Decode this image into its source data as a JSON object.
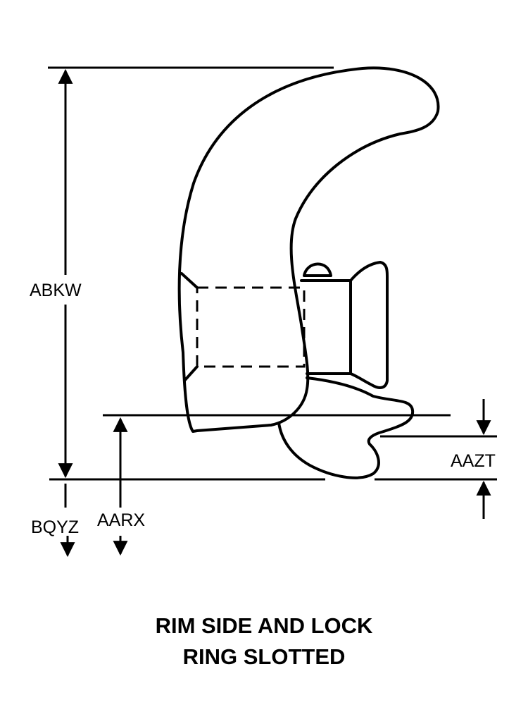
{
  "dimensions": {
    "abkw": "ABKW",
    "bqyz": "BQYZ",
    "aarx": "AARX",
    "aazt": "AAZT"
  },
  "caption": {
    "line1": "RIM SIDE AND LOCK",
    "line2": "RING SLOTTED"
  },
  "colors": {
    "ink": "#000000",
    "paper": "#ffffff"
  }
}
